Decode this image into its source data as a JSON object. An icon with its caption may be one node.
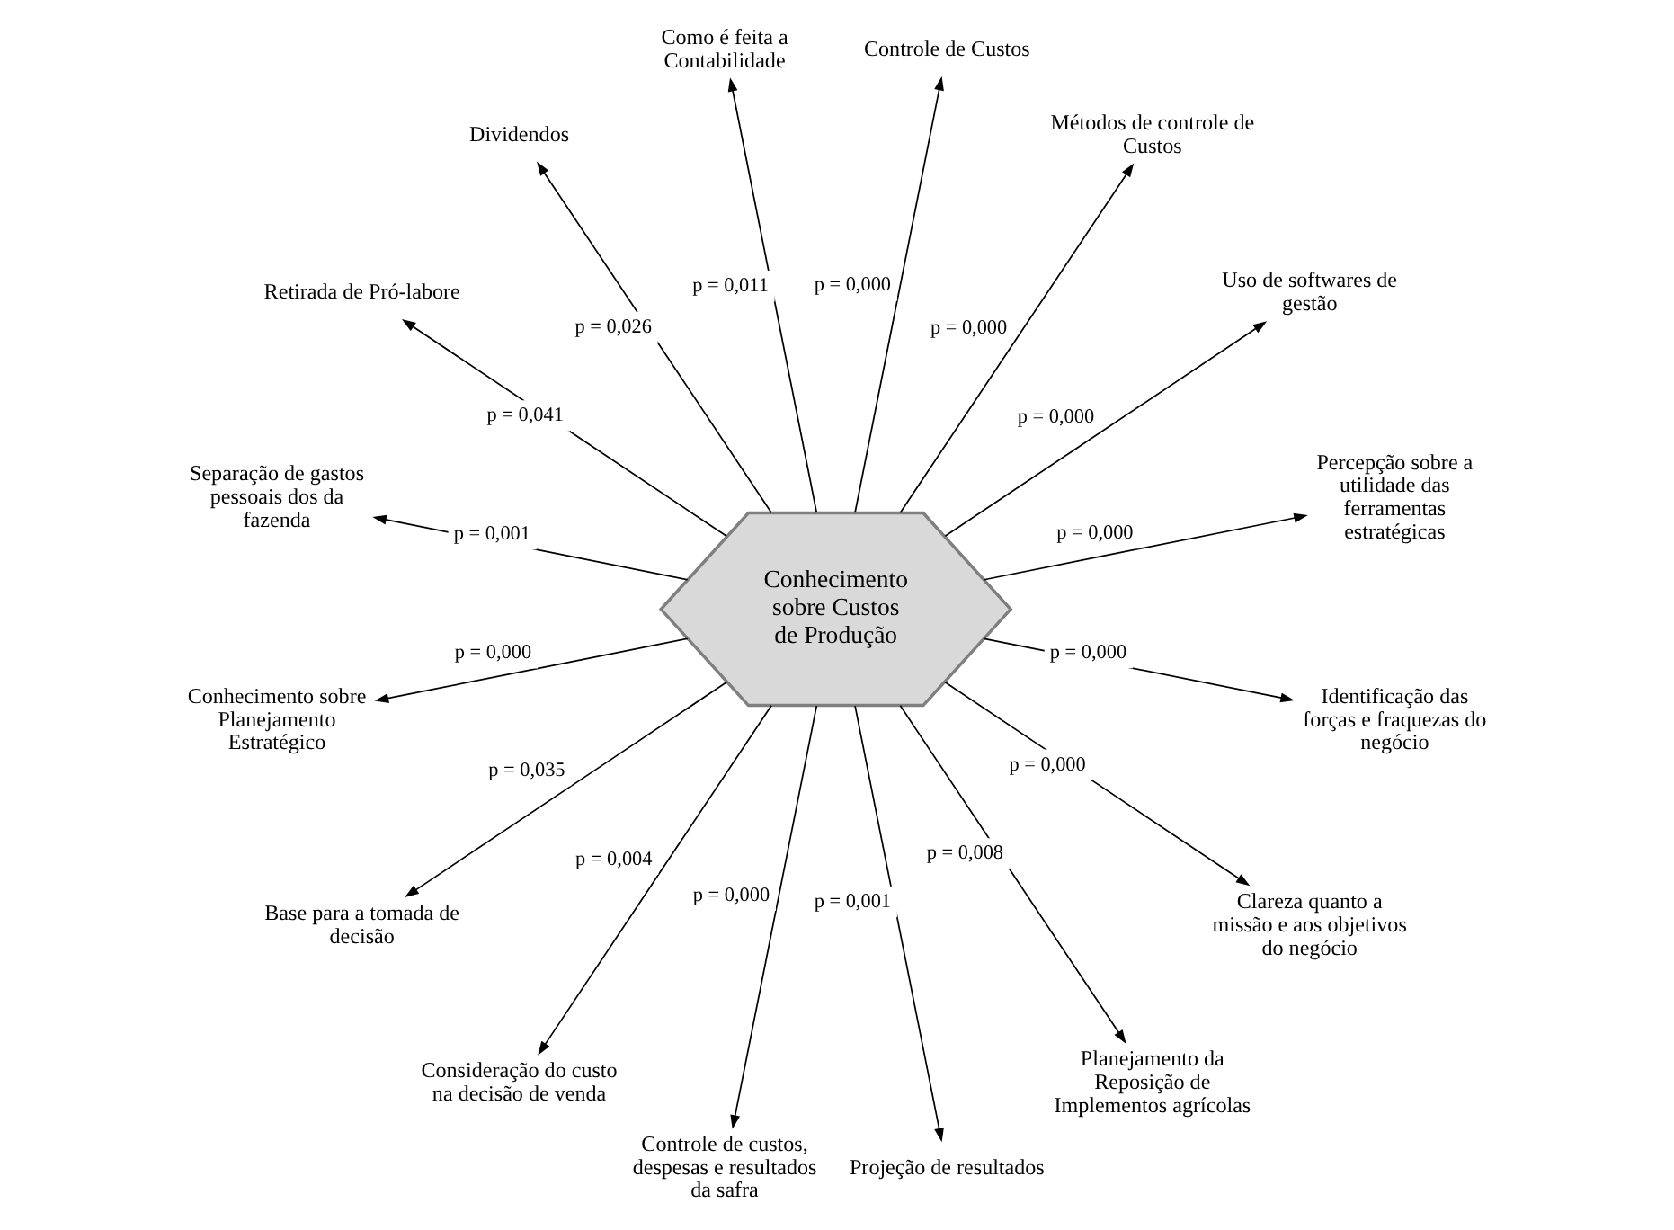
{
  "diagram": {
    "nodes": [
      {
        "text": [
          "Conhecimento sobre Custos de Produção"
        ]
      },
      {
        "text": [
          "Retirada de Pró-labore"
        ]
      },
      {
        "text": [
          "Dividendos"
        ]
      },
      {
        "text": [
          "Como é feita a Contabilidade"
        ]
      },
      {
        "text": [
          "Controle de Custos"
        ]
      },
      {
        "text": [
          "Métodos de controle de Custos"
        ]
      },
      {
        "text": [
          "Separação de gastos pessoais dos da fazenda"
        ]
      },
      {
        "text": [
          "Uso de softwares de gestão"
        ]
      },
      {
        "text": [
          "Conhecimento sobre Planejamento Estratégico"
        ]
      },
      {
        "text": [
          "Percepção sobre a utilidade das ferramentas estratégicas"
        ]
      },
      {
        "text": [
          "Base para a tomada de decisão"
        ]
      },
      {
        "text": [
          "Identificação das forças e fraquezas do negócio"
        ]
      },
      {
        "text": [
          "Consideração do custo na decisão de venda"
        ]
      },
      {
        "text": [
          "Clareza quanto a missão e aos objetivos do negócio"
        ]
      },
      {
        "text": [
          "Controle de custos, despesas e resultados da safra"
        ]
      },
      {
        "text": [
          "Projeção de resultados"
        ]
      },
      {
        "text": [
          "Planejamento da Reposição de Implementos agrícolas"
        ]
      }
    ],
    "edges": [
      {
        "from": 0,
        "to": 1,
        "arrow": "to",
        "label": "p = 0,041"
      },
      {
        "from": 0,
        "to": 2,
        "arrow": "to",
        "label": "p = 0,026"
      },
      {
        "from": 0,
        "to": 3,
        "arrow": "to",
        "label": "p = 0,011"
      },
      {
        "from": 0,
        "to": 4,
        "arrow": "to",
        "label": "p = 0,000"
      },
      {
        "from": 0,
        "to": 5,
        "arrow": "to",
        "label": "p = 0,000"
      },
      {
        "from": 0,
        "to": 6,
        "arrow": "to",
        "label": "p = 0,001"
      },
      {
        "from": 0,
        "to": 7,
        "arrow": "to",
        "label": "p = 0,000"
      },
      {
        "from": 0,
        "to": 8,
        "arrow": "to",
        "label": "p = 0,000"
      },
      {
        "from": 0,
        "to": 9,
        "arrow": "to",
        "label": "p = 0,000"
      },
      {
        "from": 0,
        "to": 10,
        "arrow": "to",
        "label": "p = 0,035"
      },
      {
        "from": 0,
        "to": 11,
        "arrow": "to",
        "label": "p = 0,000"
      },
      {
        "from": 0,
        "to": 12,
        "arrow": "to",
        "label": "p = 0,004"
      },
      {
        "from": 0,
        "to": 13,
        "arrow": "to",
        "label": "p = 0,000"
      },
      {
        "from": 0,
        "to": 14,
        "arrow": "to",
        "label": "p = 0,000"
      },
      {
        "from": 0,
        "to": 15,
        "arrow": "to",
        "label": "p = 0,001"
      },
      {
        "from": 0,
        "to": 16,
        "arrow": "to",
        "label": "p = 0,008"
      }
    ]
  }
}
